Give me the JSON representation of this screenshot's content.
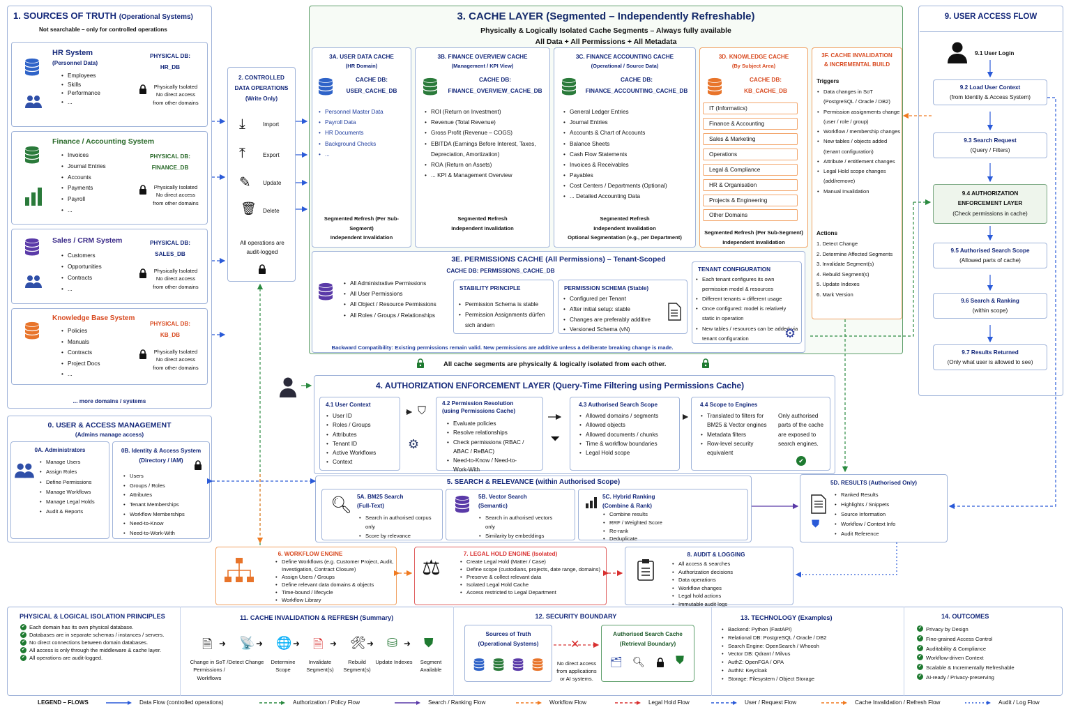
{
  "sources": {
    "title": "1. SOURCES OF TRUTH",
    "title_sub": "(Operational Systems)",
    "subtitle": "Not searchable – only for controlled operations",
    "hr": {
      "name": "HR System",
      "sub": "(Personnel Data)",
      "items": [
        "Employees",
        "Skills",
        "Performance",
        "..."
      ],
      "db_label": "PHYSICAL DB:",
      "db": "HR_DB"
    },
    "fin": {
      "name": "Finance / Accounting System",
      "items": [
        "Invoices",
        "Journal Entries",
        "Accounts",
        "Payments",
        "Payroll",
        "..."
      ],
      "db_label": "PHYSICAL DB:",
      "db": "FINANCE_DB"
    },
    "sales": {
      "name": "Sales / CRM System",
      "items": [
        "Customers",
        "Opportunities",
        "Contracts",
        "..."
      ],
      "db_label": "PHYSICAL DB:",
      "db": "SALES_DB"
    },
    "kb": {
      "name": "Knowledge Base System",
      "items": [
        "Policies",
        "Manuals",
        "Contracts",
        "Project Docs",
        "..."
      ],
      "db_label": "PHYSICAL DB:",
      "db": "KB_DB"
    },
    "iso": [
      "Physically Isolated",
      "No direct access",
      "from other domains"
    ],
    "more": "... more domains / systems"
  },
  "ops": {
    "title": [
      "2. CONTROLLED",
      "DATA OPERATIONS",
      "(Write Only)"
    ],
    "items": [
      "Import",
      "Export",
      "Update",
      "Delete"
    ],
    "footer": "All operations are audit-logged"
  },
  "cache": {
    "title": "3. CACHE LAYER (Segmented – Independently Refreshable)",
    "sub1": "Physically & Logically Isolated Cache Segments – Always fully available",
    "sub2": "All Data + All Permissions + All Metadata",
    "a": {
      "title": "3A. USER DATA CACHE",
      "sub": "(HR Domain)",
      "db_label": "CACHE DB:",
      "db": "USER_CACHE_DB",
      "items": [
        "Personnel Master Data",
        "Payroll Data",
        "HR Documents",
        "Background Checks",
        "..."
      ],
      "foot": [
        "Segmented Refresh (Per Sub-Segment)",
        "Independent Invalidation"
      ]
    },
    "b": {
      "title": "3B. FINANCE OVERVIEW CACHE",
      "sub": "(Management / KPI View)",
      "db_label": "CACHE DB:",
      "db": "FINANCE_OVERVIEW_CACHE_DB",
      "items": [
        "ROI (Return on Investment)",
        "Revenue (Total Revenue)",
        "Gross Profit (Revenue – COGS)",
        "EBITDA (Earnings Before Interest, Taxes, Depreciation, Amortization)",
        "ROA (Return on Assets)",
        "... KPI & Management Overview"
      ],
      "foot": [
        "Segmented Refresh",
        "Independent Invalidation"
      ]
    },
    "c": {
      "title": "3C. FINANCE ACCOUNTING CACHE",
      "sub": "(Operational / Source Data)",
      "db_label": "CACHE DB:",
      "db": "FINANCE_ACCOUNTING_CACHE_DB",
      "items": [
        "General Ledger Entries",
        "Journal Entries",
        "Accounts & Chart of Accounts",
        "Balance Sheets",
        "Cash Flow Statements",
        "Invoices & Receivables",
        "Payables",
        "Cost Centers / Departments (Optional)",
        "... Detailed Accounting Data"
      ],
      "foot": [
        "Segmented Refresh",
        "Independent Invalidation",
        "Optional Segmentation (e.g., per Department)"
      ]
    },
    "d": {
      "title": "3D. KNOWLEDGE CACHE",
      "sub": "(By Subject Area)",
      "db_label": "CACHE DB:",
      "db": "KB_CACHE_DB",
      "items": [
        "IT (Informatics)",
        "Finance & Accounting",
        "Sales & Marketing",
        "Operations",
        "Legal & Compliance",
        "HR & Organisation",
        "Projects & Engineering",
        "Other Domains"
      ],
      "foot": [
        "Segmented Refresh (Per Sub-Segment)",
        "Independent Invalidation"
      ]
    },
    "f": {
      "title": [
        "3F. CACHE INVALIDATION",
        "& INCREMENTAL BUILD"
      ],
      "triggers_label": "Triggers",
      "triggers": [
        "Data changes in SoT (PostgreSQL / Oracle / DB2)",
        "Permission assignments change (user / role / group)",
        "Workflow / membership changes",
        "New tables / objects added (tenant configuration)",
        "Attribute / entitlement changes",
        "Legal Hold scope changes (add/remove)",
        "Manual Invalidation"
      ],
      "actions_label": "Actions",
      "actions": [
        "1. Detect Change",
        "2. Determine Affected Segments",
        "3. Invalidate Segment(s)",
        "4. Rebuild Segment(s)",
        "5. Update Indexes",
        "6. Mark Version"
      ]
    },
    "e": {
      "title": "3E. PERMISSIONS CACHE (All Permissions) – Tenant-Scoped",
      "db": "CACHE DB: PERMISSIONS_CACHE_DB",
      "items": [
        "All Administrative Permissions",
        "All User Permissions",
        "All Object / Resource Permissions",
        "All Roles / Groups / Relationships"
      ],
      "stab_title": "STABILITY PRINCIPLE",
      "stab": [
        "Permission Schema is stable",
        "Permission Assignments dürfen sich ändern"
      ],
      "schema_title": "PERMISSION SCHEMA (Stable)",
      "schema": [
        "Configured per Tenant",
        "After initial setup: stable",
        "Changes are preferably additive",
        "Versioned Schema (vN)"
      ],
      "tenant_title": "TENANT CONFIGURATION",
      "tenant": [
        "Each tenant configures its own permission model & resources",
        "Different tenants = different usage",
        "Once configured: model is relatively static in operation",
        "New tables / resources can be added via tenant configuration"
      ],
      "foot": "Backward Compatibility: Existing permissions remain valid. New permissions are additive unless a deliberate breaking change is made."
    },
    "iso_note": "All cache segments are physically & logically isolated from each other."
  },
  "access": {
    "title": "9. USER ACCESS FLOW",
    "steps": [
      [
        "9.1 User Login",
        ""
      ],
      [
        "9.2 Load User Context",
        "(from Identity & Access System)"
      ],
      [
        "9.3 Search Request",
        "(Query / Filters)"
      ],
      [
        "9.4 AUTHORIZATION ENFORCEMENT LAYER",
        "(Check permissions in cache)"
      ],
      [
        "9.5 Authorised Search Scope",
        "(Allowed parts of cache)"
      ],
      [
        "9.6 Search & Ranking",
        "(within scope)"
      ],
      [
        "9.7 Results Returned",
        "(Only what user is allowed to see)"
      ]
    ]
  },
  "authz": {
    "title": "4. AUTHORIZATION ENFORCEMENT LAYER",
    "title_sub": "(Query-Time Filtering using Permissions Cache)",
    "c1": {
      "title": "4.1 User Context",
      "items": [
        "User ID",
        "Roles / Groups",
        "Attributes",
        "Tenant ID",
        "Active Workflows",
        "Context"
      ]
    },
    "c2": {
      "title": [
        "4.2 Permission Resolution",
        "(using Permissions Cache)"
      ],
      "items": [
        "Evaluate policies",
        "Resolve relationships",
        "Check permissions (RBAC / ABAC / ReBAC)",
        "Need-to-Know / Need-to-Work-With"
      ]
    },
    "c3": {
      "title": "4.3 Authorised Search Scope",
      "items": [
        "Allowed domains / segments",
        "Allowed objects",
        "Allowed documents / chunks",
        "Time & workflow boundaries",
        "Legal Hold scope"
      ]
    },
    "c4": {
      "title": "4.4 Scope to Engines",
      "items": [
        "Translated to filters for BM25 & Vector engines",
        "Metadata filters",
        "Row-level security equivalent"
      ],
      "note": "Only authorised parts of the cache are exposed to search engines."
    }
  },
  "uam": {
    "title": "0. USER & ACCESS MANAGEMENT",
    "sub": "(Admins manage access)",
    "a": {
      "title": "0A. Administrators",
      "items": [
        "Manage Users",
        "Assign Roles",
        "Define Permissions",
        "Manage Workflows",
        "Manage Legal Holds",
        "Audit & Reports"
      ]
    },
    "b": {
      "title": [
        "0B. Identity & Access System",
        "(Directory / IAM)"
      ],
      "items": [
        "Users",
        "Groups / Roles",
        "Attributes",
        "Tenant Memberships",
        "Workflow Memberships",
        "Need-to-Know",
        "Need-to-Work-With"
      ]
    }
  },
  "search": {
    "title": "5. SEARCH & RELEVANCE (within Authorised Scope)",
    "a": {
      "title": [
        "5A. BM25 Search",
        "(Full-Text)"
      ],
      "items": [
        "Search in authorised corpus only",
        "Score by relevance"
      ]
    },
    "b": {
      "title": [
        "5B. Vector Search",
        "(Semantic)"
      ],
      "items": [
        "Search in authorised vectors only",
        "Similarity by embeddings"
      ]
    },
    "c": {
      "title": [
        "5C. Hybrid Ranking",
        "(Combine & Rank)"
      ],
      "items": [
        "Combine results",
        "RRF / Weighted Score",
        "Re-rank",
        "Deduplicate"
      ]
    },
    "d": {
      "title": "5D. RESULTS (Authorised Only)",
      "items": [
        "Ranked Results",
        "Highlights / Snippets",
        "Source Information",
        "Workflow / Context Info",
        "Audit Reference"
      ]
    }
  },
  "wf": {
    "title": "6. WORKFLOW ENGINE",
    "items": [
      "Define Workflows (e.g. Customer Project, Audit, Investigation, Contract Closure)",
      "Assign Users / Groups",
      "Define relevant data domains & objects",
      "Time-bound / lifecycle",
      "Workflow Library"
    ]
  },
  "lh": {
    "title": "7. LEGAL HOLD ENGINE (Isolated)",
    "items": [
      "Create Legal Hold (Matter / Case)",
      "Define scope (custodians, projects, date range, domains)",
      "Preserve & collect relevant data",
      "Isolated Legal Hold Cache",
      "Access restricted to Legal Department"
    ]
  },
  "audit": {
    "title": "8. AUDIT & LOGGING",
    "items": [
      "All access & searches",
      "Authorization decisions",
      "Data operations",
      "Workflow changes",
      "Legal hold actions",
      "Immutable audit logs"
    ]
  },
  "principles": {
    "title": "PHYSICAL & LOGICAL ISOLATION PRINCIPLES",
    "items": [
      "Each domain has its own physical database.",
      "Databases are in separate schemas / instances / servers.",
      "No direct connections between domain databases.",
      "All access is only through the middleware & cache layer.",
      "All operations are audit-logged."
    ]
  },
  "inval": {
    "title": "11. CACHE INVALIDATION & REFRESH (Summary)",
    "steps": [
      "Change in SoT / Permissions / Workflows",
      "Detect Change",
      "Determine Scope",
      "Invalidate Segment(s)",
      "Rebuild Segment(s)",
      "Update Indexes",
      "Segment Available"
    ]
  },
  "boundary": {
    "title": "12. SECURITY BOUNDARY",
    "sot": [
      "Sources of Truth",
      "(Operational Systems)"
    ],
    "cache": [
      "Authorised Search Cache",
      "(Retrieval Boundary)"
    ],
    "note": "No direct access from applications or AI systems."
  },
  "tech": {
    "title": "13. TECHNOLOGY (Examples)",
    "items": [
      "Backend: Python (FastAPI)",
      "Relational DB: PostgreSQL / Oracle / DB2",
      "Search Engine: OpenSearch / Whoosh",
      "Vector DB: Qdrant / Milvus",
      "AuthZ: OpenFGA / OPA",
      "AuthN: Keycloak",
      "Storage: Filesystem / Object Storage"
    ]
  },
  "outcomes": {
    "title": "14. OUTCOMES",
    "items": [
      "Privacy by Design",
      "Fine-grained Access Control",
      "Auditability & Compliance",
      "Workflow-driven Context",
      "Scalable & Incrementally Refreshable",
      "AI-ready / Privacy-preserving"
    ]
  },
  "legend": {
    "title": "LEGEND – FLOWS",
    "items": [
      {
        "label": "Data Flow (controlled operations)",
        "color": "#2a5ad8",
        "dash": ""
      },
      {
        "label": "Authorization / Policy Flow",
        "color": "#2a8a40",
        "dash": "4,3"
      },
      {
        "label": "Search / Ranking Flow",
        "color": "#5a3aa8",
        "dash": ""
      },
      {
        "label": "Workflow Flow",
        "color": "#f07a20",
        "dash": "4,3"
      },
      {
        "label": "Legal Hold Flow",
        "color": "#d83030",
        "dash": "4,3"
      },
      {
        "label": "User / Request Flow",
        "color": "#2a5ad8",
        "dash": "4,3"
      },
      {
        "label": "Cache Invalidation / Refresh Flow",
        "color": "#f07a20",
        "dash": "4,3"
      },
      {
        "label": "Audit / Log Flow",
        "color": "#2a5ad8",
        "dash": "2,3"
      }
    ]
  },
  "colors": {
    "navy": "#14287a",
    "blue_db": "#2f63c8",
    "green_db": "#2a7a3a",
    "purple_db": "#5a3aa8",
    "orange_db": "#e8742a",
    "red": "#d83030"
  }
}
